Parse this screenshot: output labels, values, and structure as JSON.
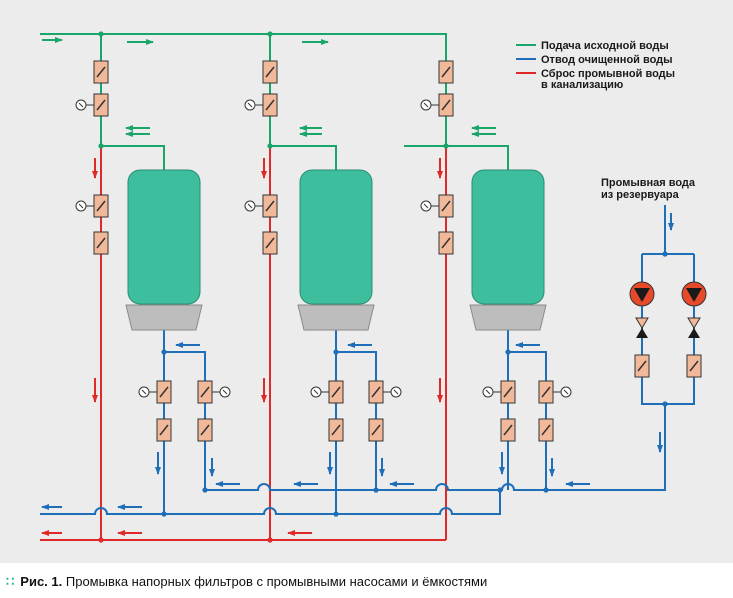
{
  "legend": {
    "items": [
      {
        "label": "Подача исходной воды",
        "color": "#1aa56a"
      },
      {
        "label": "Отвод очищенной воды",
        "color": "#1e6fb8"
      },
      {
        "label": "Сброс промывной воды",
        "label2": "в канализацию",
        "color": "#e02a2a"
      }
    ]
  },
  "wash_note": {
    "line1": "Промывная вода",
    "line2": "из резервуара"
  },
  "caption": {
    "lead": "Рис. 1.",
    "text": "Промывка напорных фильтров с промывными насосами и ёмкостями"
  },
  "colors": {
    "source_water": "#1aa56a",
    "treated_water": "#1e6fb8",
    "wash_water": "#e02a2a",
    "tank": "#3dbf9d",
    "tank_base": "#bdbdbd",
    "valve": "#f2b89a",
    "pump": "#e64a2a"
  },
  "filters": [
    {
      "id": 1
    },
    {
      "id": 2
    },
    {
      "id": 3
    }
  ],
  "pumps": [
    {
      "id": 1
    },
    {
      "id": 2
    }
  ]
}
